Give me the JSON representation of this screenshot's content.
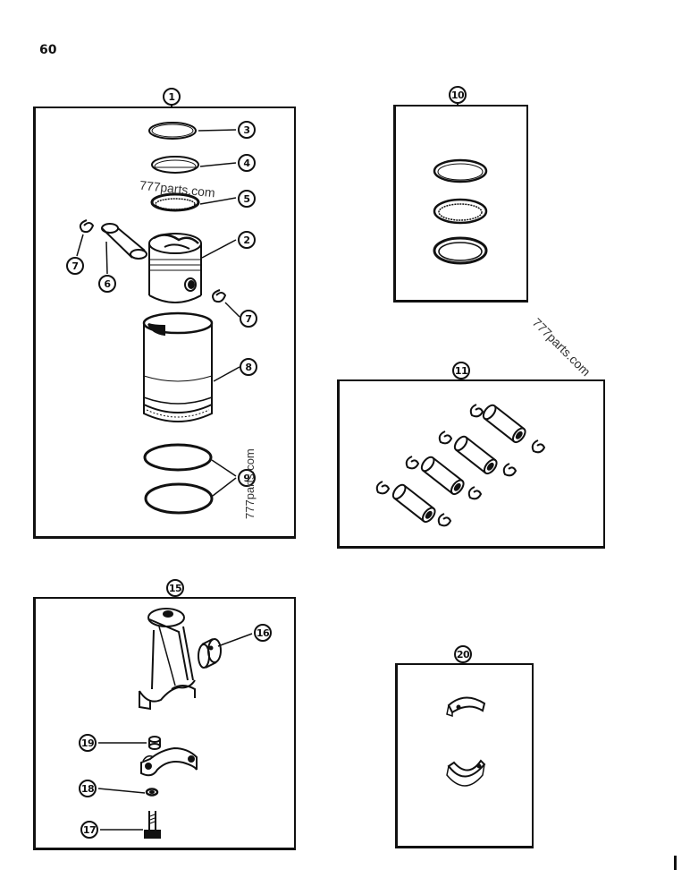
{
  "page": {
    "number": "60"
  },
  "watermark": "777parts.com",
  "groups": [
    {
      "id": "1",
      "parts": [
        "2",
        "3",
        "4",
        "5",
        "6",
        "7",
        "7",
        "8",
        "9"
      ]
    },
    {
      "id": "10",
      "parts": []
    },
    {
      "id": "11",
      "parts": []
    },
    {
      "id": "15",
      "parts": [
        "16",
        "17",
        "18",
        "19"
      ]
    },
    {
      "id": "20",
      "parts": []
    }
  ],
  "callouts": {
    "c1": "1",
    "c2": "2",
    "c3": "3",
    "c4": "4",
    "c5": "5",
    "c6": "6",
    "c7a": "7",
    "c7b": "7",
    "c8": "8",
    "c9": "9",
    "c10": "10",
    "c11": "11",
    "c15": "15",
    "c16": "16",
    "c17": "17",
    "c18": "18",
    "c19": "19",
    "c20": "20"
  }
}
